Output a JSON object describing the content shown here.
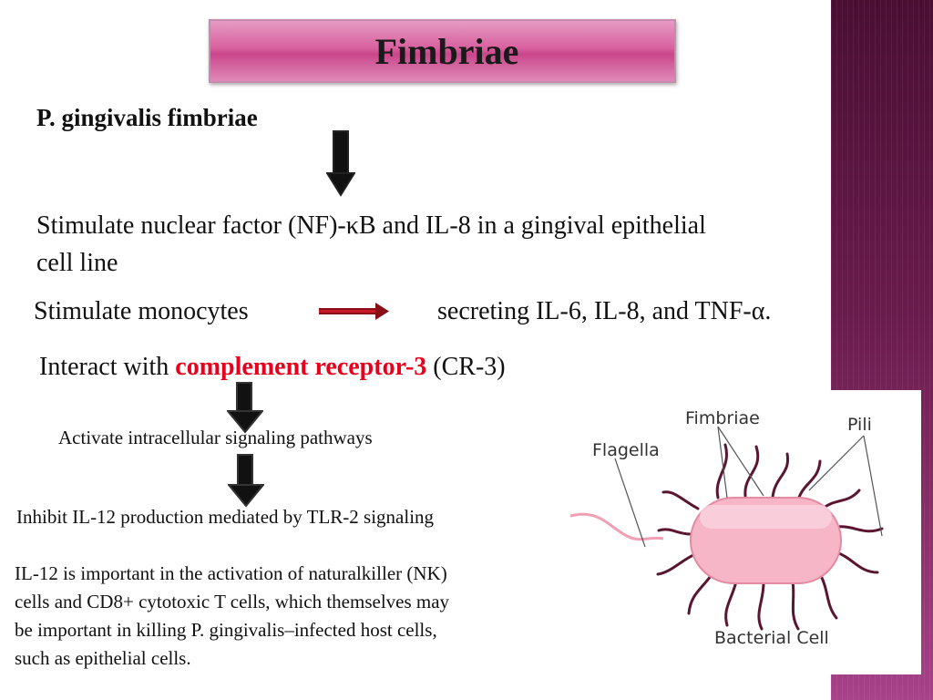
{
  "slide": {
    "title": "Fimbriae",
    "heading": "P. gingivalis fimbriae",
    "line1a": "Stimulate nuclear factor (NF)-κB and IL-8 in a gingival epithelial",
    "line1b": "cell line",
    "line2_left": "Stimulate monocytes",
    "line2_right": "secreting IL-6, IL-8, and TNF-α.",
    "line3_prefix": "Interact with ",
    "line3_highlight": "complement receptor-3",
    "line3_suffix": " (CR-3)",
    "line4": "Activate intracellular signaling pathways",
    "line5": "Inhibit IL-12 production mediated by TLR-2 signaling",
    "para": [
      "IL-12 is important in the activation of naturalkiller (NK)",
      "cells and CD8+ cytotoxic T cells, which themselves may",
      "be important in killing P. gingivalis–infected host cells,",
      "such as epithelial cells."
    ]
  },
  "diagram": {
    "labels": {
      "fimbriae": "Fimbriae",
      "pili": "Pili",
      "flagella": "Flagella",
      "cell": "Bacterial Cell"
    }
  },
  "colors": {
    "sidebar": "#6a1b4d",
    "title_bar": "#d9619f",
    "highlight": "#e8001c",
    "cell_fill": "#f6b6c8",
    "appendage": "#5a1630"
  }
}
